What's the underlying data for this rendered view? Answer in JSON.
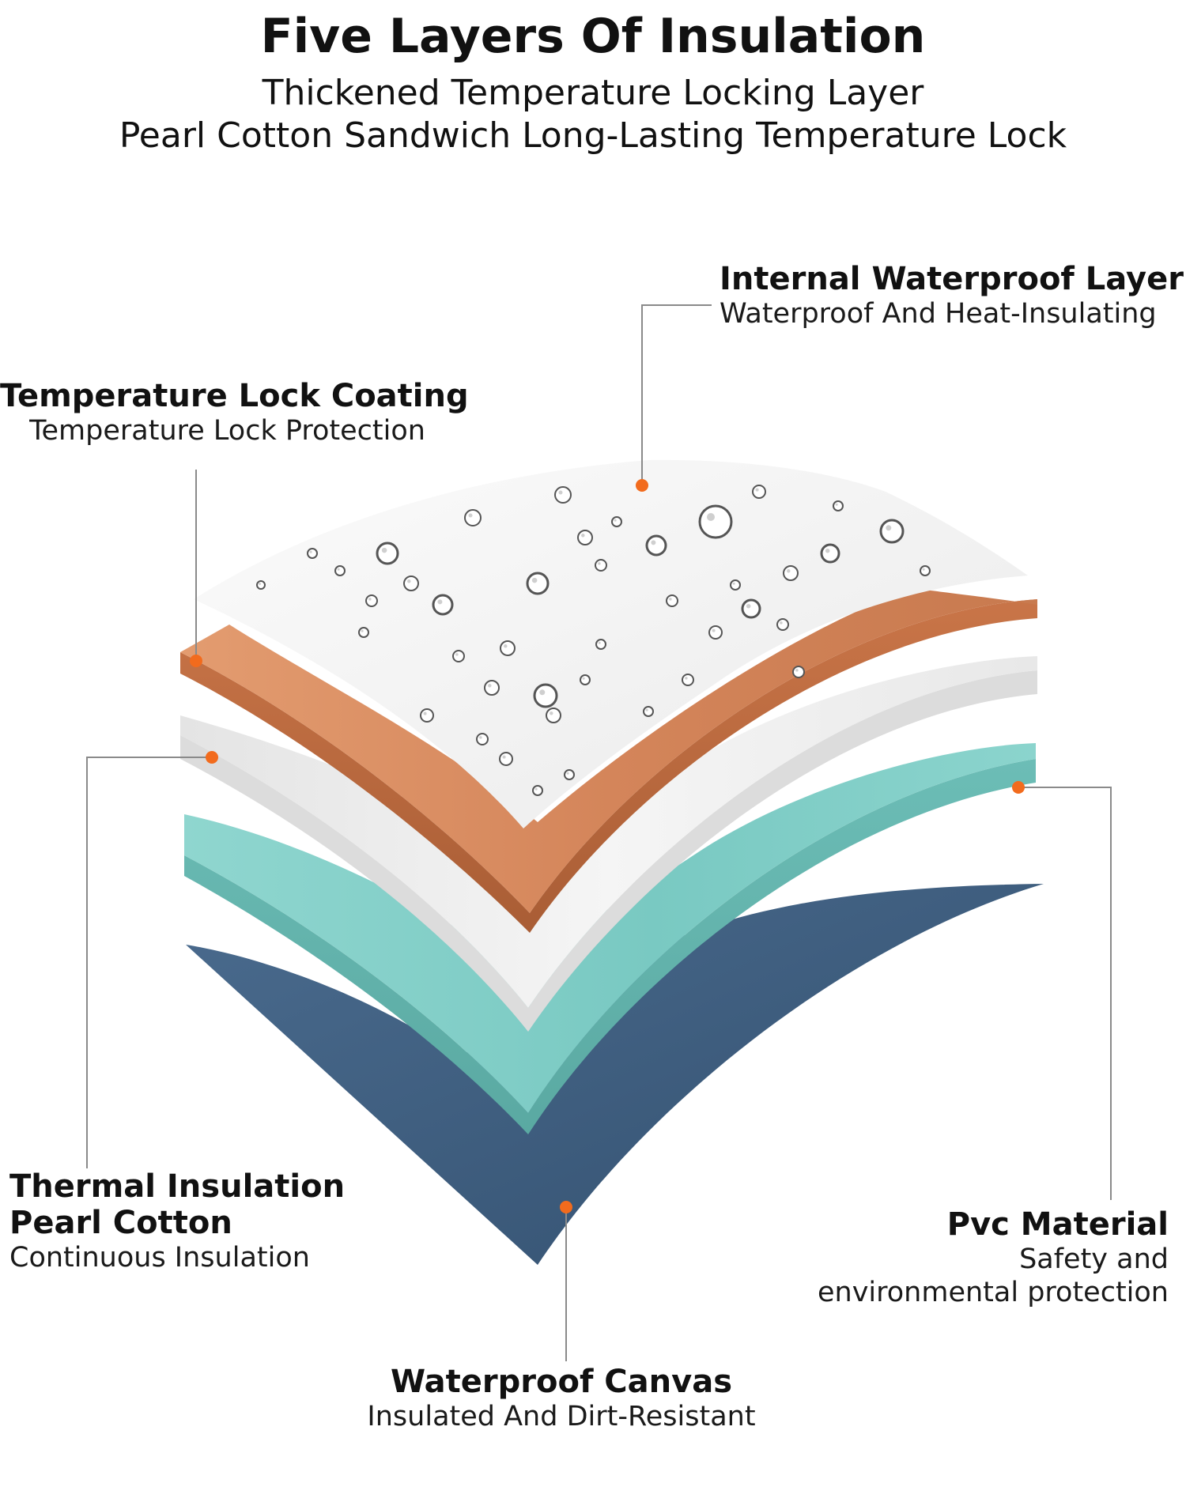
{
  "header": {
    "title": "Five Layers Of Insulation",
    "subtitle_line1": "Thickened Temperature Locking Layer",
    "subtitle_line2": "Pearl Cotton Sandwich Long-Lasting Temperature Lock"
  },
  "layers": {
    "internal_waterproof": {
      "name": "Internal Waterproof Layer",
      "description": "Waterproof And Heat-Insulating"
    },
    "temperature_lock_coating": {
      "name": "Temperature Lock Coating",
      "description": "Temperature Lock Protection"
    },
    "thermal_insulation": {
      "name_line1": "Thermal Insulation",
      "name_line2": "Pearl Cotton",
      "description": "Continuous Insulation"
    },
    "pvc_material": {
      "name": "Pvc Material",
      "description_line1": "Safety and",
      "description_line2": "environmental protection"
    },
    "waterproof_canvas": {
      "name": "Waterproof Canvas",
      "description": "Insulated And Dirt-Resistant"
    }
  },
  "colors": {
    "marker": "#f26b1d",
    "leader_line": "#8a8a8a",
    "top_sheet": "#f4f4f4",
    "copper_layer": "#d98a5c",
    "cotton_layer": "#ececec",
    "teal_layer": "#7fcdc6",
    "navy_layer": "#3f5e80"
  }
}
